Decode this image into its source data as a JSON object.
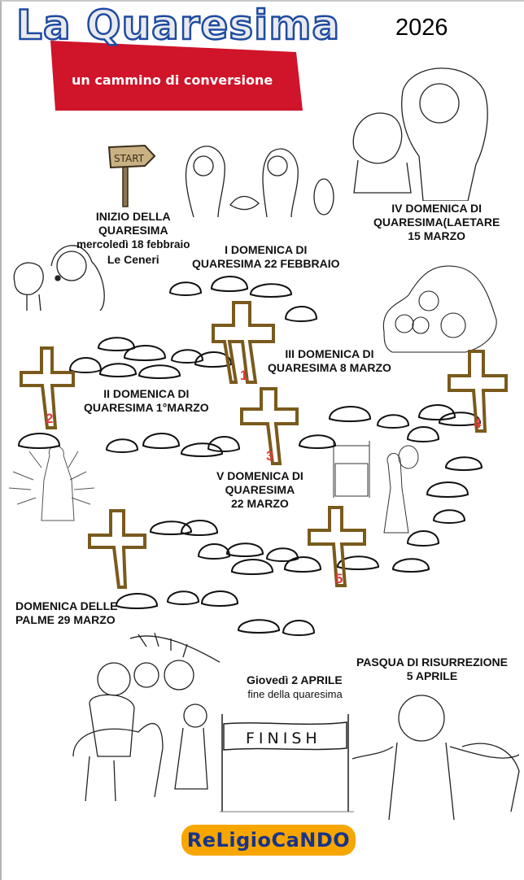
{
  "header": {
    "title": "La Quaresima",
    "subtitle": "un cammino di conversione",
    "year": "2026"
  },
  "path_markers": {
    "start_sign": "START",
    "finish_banner": "FINISH"
  },
  "milestones": [
    {
      "id": "ash-wednesday",
      "lines": [
        "INIZIO DELLA",
        "QUARESIMA",
        "mercoledì 18 febbraio",
        "Le Ceneri"
      ]
    },
    {
      "id": "sunday-1",
      "number": "1",
      "lines": [
        "I DOMENICA DI",
        "QUARESIMA  22 FEBBRAIO"
      ]
    },
    {
      "id": "sunday-2",
      "number": "2",
      "lines": [
        "II DOMENICA DI",
        "QUARESIMA 1°MARZO"
      ]
    },
    {
      "id": "sunday-3",
      "number": "3",
      "lines": [
        "III DOMENICA DI",
        "QUARESIMA 8 MARZO"
      ]
    },
    {
      "id": "sunday-4",
      "number": "4",
      "lines": [
        "IV DOMENICA DI",
        "QUARESIMA(LAETARE",
        "15 MARZO"
      ]
    },
    {
      "id": "sunday-5",
      "number": "5",
      "lines": [
        "V DOMENICA DI",
        "QUARESIMA",
        "22 MARZO"
      ]
    },
    {
      "id": "palm-sunday",
      "lines": [
        "DOMENICA DELLE",
        "PALME 29 MARZO"
      ]
    },
    {
      "id": "holy-thursday",
      "lines": [
        "Giovedì 2 APRILE",
        "fine della quaresima"
      ]
    },
    {
      "id": "easter",
      "lines": [
        "PASQUA DI RISURREZIONE",
        "5 APRILE"
      ]
    }
  ],
  "brand": {
    "logo_text": "ReLigioCaNDO"
  },
  "colors": {
    "title_fill": "#e9eaee",
    "title_outline": "#1e4aa0",
    "banner_red": "#d0142a",
    "cross_brown": "#7a5a1c",
    "cross_number_red": "#e03a3a",
    "logo_orange": "#f7a600",
    "logo_blue": "#17338a"
  }
}
